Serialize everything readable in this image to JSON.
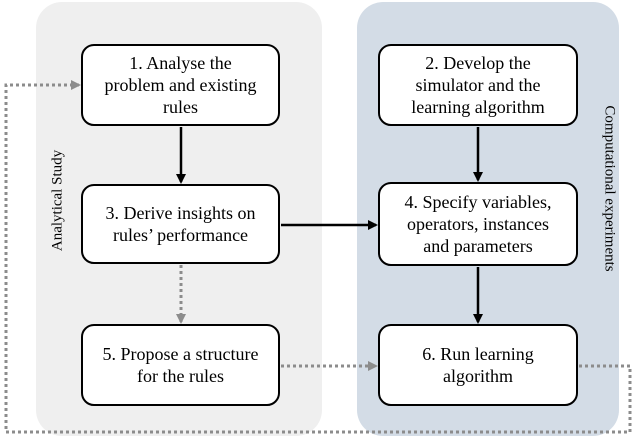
{
  "panels": {
    "left_label": "Analytical Study",
    "right_label": "Computational experiments"
  },
  "steps": {
    "s1": "1. Analyse the\nproblem and existing\nrules",
    "s2": "2. Develop the\nsimulator and the\nlearning algorithm",
    "s3": "3. Derive insights on\nrules’ performance",
    "s4": "4. Specify variables,\noperators, instances\nand parameters",
    "s5": "5. Propose a structure\nfor the rules",
    "s6": "6. Run learning\nalgorithm"
  },
  "colors": {
    "left_panel": "#efefef",
    "right_panel": "#d3dce6",
    "solid_arrow": "#000000",
    "dotted_arrow": "#8c8c8c"
  }
}
